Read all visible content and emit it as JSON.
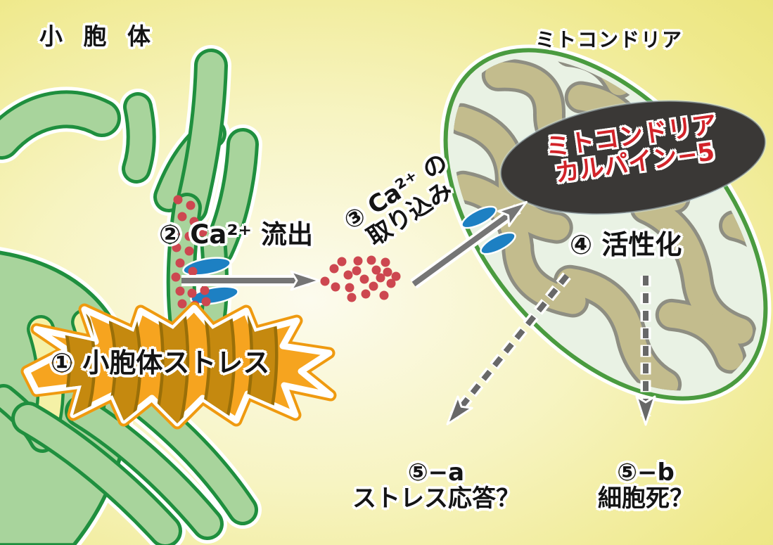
{
  "diagram": {
    "er_label": "小 胞 体",
    "mito_label": "ミトコンドリア",
    "oval_line1": "ミトコンドリア",
    "oval_line2": "カルパイン−5",
    "step1": "① 小胞体ストレス",
    "step2": "② Ca²⁺ 流出",
    "step3_line1": "③ Ca²⁺ の",
    "step3_line2": "取り込み",
    "step4": "④ 活性化",
    "step5a_num": "⑤−a",
    "step5a_text": "ストレス応答？",
    "step5b_num": "⑤−b",
    "step5b_text": "細胞死？"
  },
  "colors": {
    "background_yellow": "#efe98c",
    "er_fill": "#a8d49c",
    "er_outline": "#1f8f3e",
    "mito_fill": "#e9f2e4",
    "mito_outline": "#4a9b3f",
    "cristae_fill": "#c3bc8d",
    "cristae_outline": "#8e8e82",
    "calpain_oval_black": "#3a3836",
    "calpain_text_red": "#d22329",
    "stress_burst_orange": "#f6a41f",
    "calcium_dot_red": "#cd4750",
    "channel_blue": "#1d80c3",
    "arrow_gray": "#757575"
  }
}
